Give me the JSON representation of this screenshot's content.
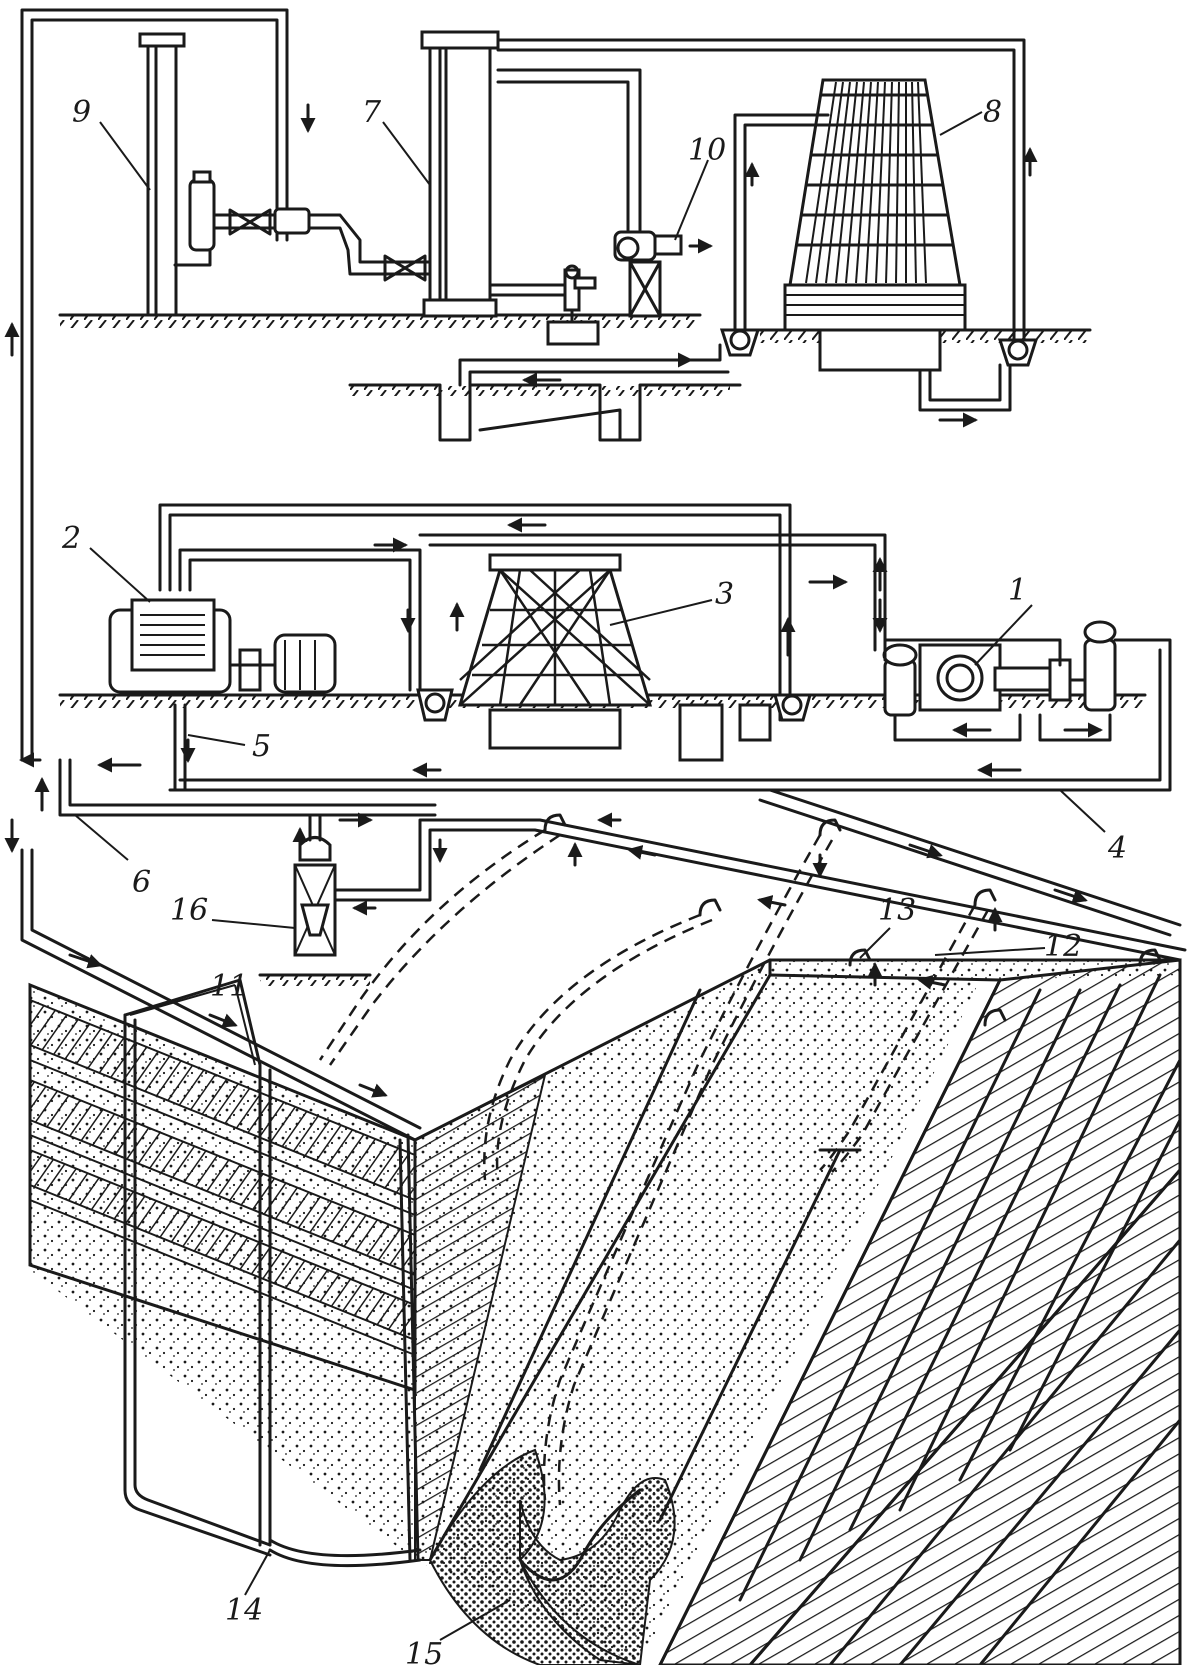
{
  "labels": {
    "l1": "1",
    "l2": "2",
    "l3": "3",
    "l4": "4",
    "l5": "5",
    "l6": "6",
    "l7": "7",
    "l8": "8",
    "l9": "9",
    "l10": "10",
    "l11": "11",
    "l12": "12",
    "l13": "13",
    "l14": "14",
    "l15": "15",
    "l16": "16"
  },
  "colors": {
    "ink": "#1a1a1a",
    "paper": "#ffffff"
  }
}
